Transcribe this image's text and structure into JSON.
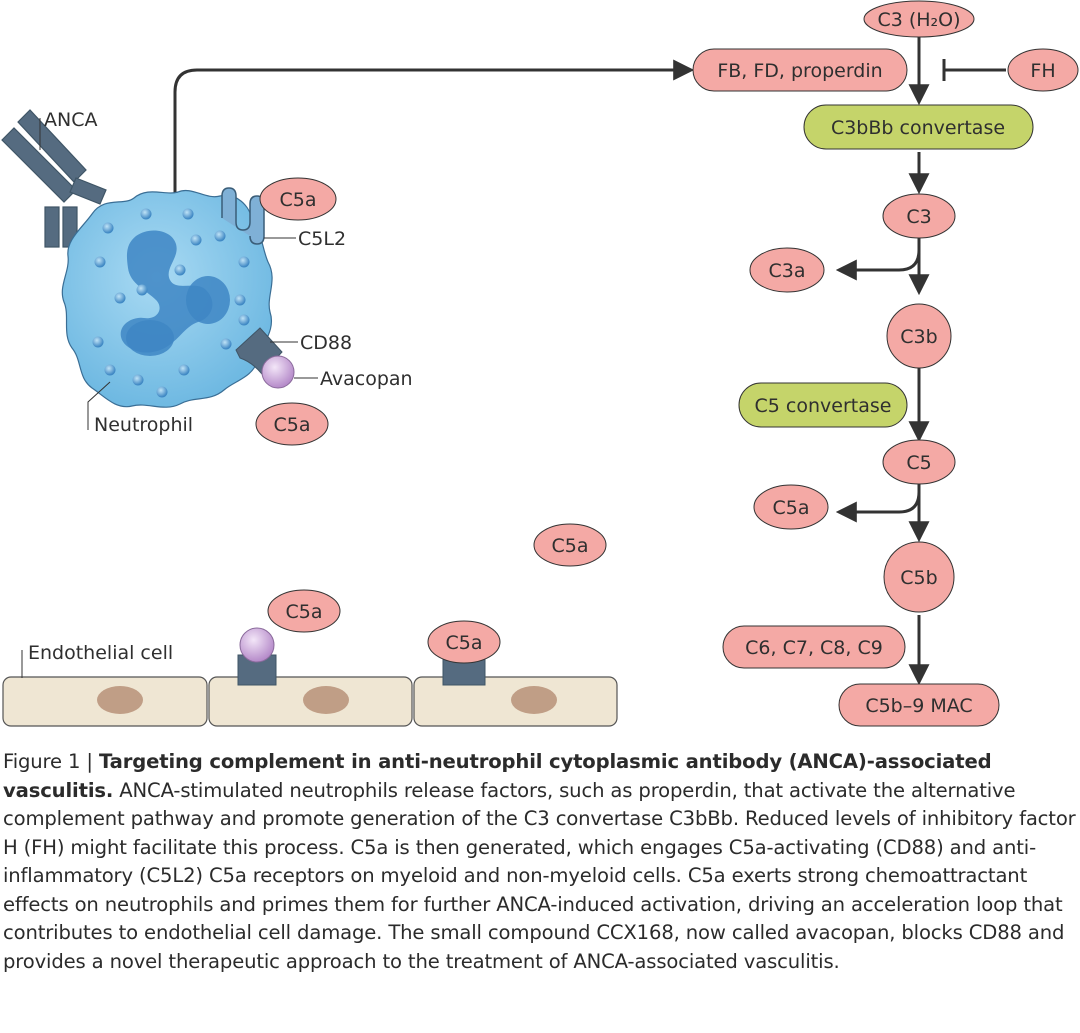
{
  "nodes": {
    "c3h2o": "C3 (H₂O)",
    "fb_fd_properdin": "FB, FD, properdin",
    "fh": "FH",
    "c3bbb_convertase": "C3bBb convertase",
    "c3": "C3",
    "c3a": "C3a",
    "c3b": "C3b",
    "c5_convertase": "C5 convertase",
    "c5": "C5",
    "c5a_pathway": "C5a",
    "c5b": "C5b",
    "c6_c9": "C6, C7, C8, C9",
    "mac": "C5b–9 MAC"
  },
  "cell_labels": {
    "anca": "ANCA",
    "c5a_receptor_bound": "C5a",
    "c5l2": "C5L2",
    "cd88": "CD88",
    "avacopan": "Avacopan",
    "neutrophil": "Neutrophil",
    "c5a_free_1": "C5a",
    "c5a_free_2": "C5a",
    "c5a_free_3": "C5a",
    "c5a_bound_endo": "C5a",
    "endothelial_cell": "Endothelial cell"
  },
  "caption": {
    "label": "Figure 1 | ",
    "title": "Targeting complement in anti-neutrophil cytoplasmic antibody (ANCA)-associated vasculitis.",
    "body": " ANCA-stimulated neutrophils release factors, such as properdin, that activate the alternative complement pathway and promote generation of the C3 convertase C3bBb. Reduced levels of inhibitory factor H (FH) might facilitate this process. C5a is then generated, which engages C5a-activating (CD88) and anti-inflammatory (C5L2) C5a receptors on myeloid and non-myeloid cells. C5a exerts strong chemoattractant effects on neutrophils and primes them for further ANCA-induced activation, driving an acceleration loop that contributes to endothelial cell damage. The small compound CCX168, now called avacopan, blocks CD88 and provides a novel therapeutic approach to the treatment of ANCA-associated vasculitis."
  },
  "colors": {
    "pink_node": "#f4a9a5",
    "green_node": "#c5d46a",
    "cell_blue": "#7fc3e8",
    "nucleus_blue": "#3e86c4",
    "receptor_gray": "#4d6275",
    "avacopan_purple": "#c7a2d8",
    "endothelium": "#efe6d3",
    "endo_nucleus": "#c09e86",
    "arrow": "#333333"
  }
}
